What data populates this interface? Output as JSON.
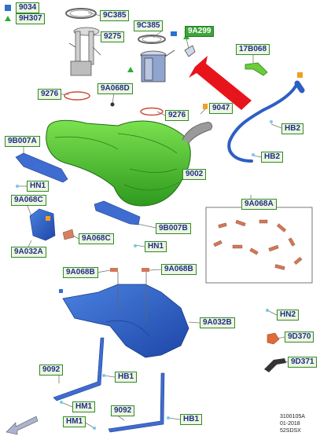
{
  "labels": {
    "l9034": "9034",
    "l9H307": "9H307",
    "l9C385a": "9C385",
    "l9C385b": "9C385",
    "l9275": "9275",
    "l9A299": "9A299",
    "l17B068": "17B068",
    "l9276a": "9276",
    "l9A068D": "9A068D",
    "l9276b": "9276",
    "l9047": "9047",
    "l9B007A": "9B007A",
    "lHB2a": "HB2",
    "lHB2b": "HB2",
    "l9002": "9002",
    "lHN1a": "HN1",
    "l9A068C_left": "9A068C",
    "l9A068A": "9A068A",
    "l9B007B": "9B007B",
    "l9A068C_mid": "9A068C",
    "lHN1b": "HN1",
    "l9A032A": "9A032A",
    "l9A068B_left": "9A068B",
    "l9A068B_right": "9A068B",
    "l9A032B": "9A032B",
    "lHN2": "HN2",
    "l9D370": "9D370",
    "l9D371": "9D371",
    "l9092a": "9092",
    "lHB1a": "HB1",
    "lHM1a": "HM1",
    "l9092b": "9092",
    "lHM1b": "HM1",
    "lHB1b": "HB1"
  },
  "footer": {
    "code": "3100105A",
    "date": "01-2018",
    "ref": "52SDSX"
  },
  "colors": {
    "tank_green": "#4fcf2e",
    "shield_blue": "#2d5fc4",
    "arrow_red": "#e8141c",
    "label_border": "#2f8a2c",
    "label_text": "#1d2f86",
    "highlight_label": "#3da53a"
  },
  "icons": {
    "marker_blue": "blue-square-icon",
    "marker_green": "green-triangle-icon",
    "marker_orange": "orange-square-icon",
    "front_arrow": "front-direction-arrow-icon"
  }
}
